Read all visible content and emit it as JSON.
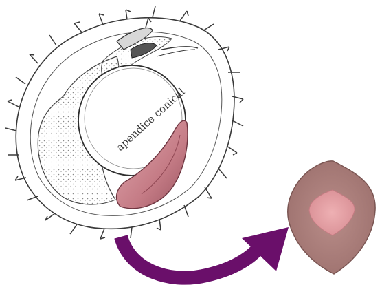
{
  "diagram": {
    "label": "apendice conical",
    "colors": {
      "background": "#ffffff",
      "outline": "#3a3a3a",
      "stipple": "#8a8a8a",
      "appendage_fill": "#c9808a",
      "appendage_dark": "#8e4652",
      "arrow": "#6a0f6a",
      "section_outer": "#a97d7a",
      "section_inner": "#e39ea2"
    },
    "parts": [
      "spiny-husk",
      "seed-body",
      "conical-appendage",
      "curved-arrow",
      "cross-section"
    ]
  }
}
